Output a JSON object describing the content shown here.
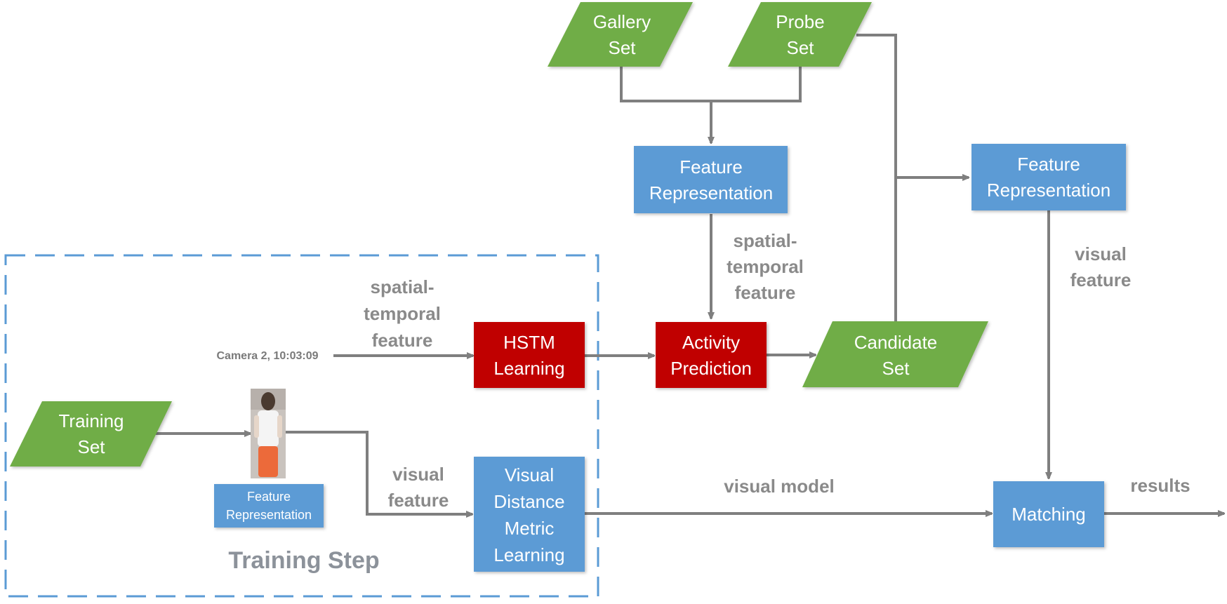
{
  "nodes": {
    "gallery_set": [
      "Gallery",
      "Set"
    ],
    "probe_set": [
      "Probe",
      "Set"
    ],
    "feature_rep_center": [
      "Feature",
      "Representation"
    ],
    "feature_rep_right": [
      "Feature",
      "Representation"
    ],
    "hstm_learning": [
      "HSTM",
      "Learning"
    ],
    "activity_prediction": [
      "Activity",
      "Prediction"
    ],
    "candidate_set": [
      "Candidate",
      "Set"
    ],
    "training_set": [
      "Training",
      "Set"
    ],
    "feature_rep_small": [
      "Feature",
      "Representation"
    ],
    "visual_distance": [
      "Visual",
      "Distance",
      "Metric",
      "Learning"
    ],
    "matching": [
      "Matching"
    ]
  },
  "labels": {
    "spatial_temporal_top": [
      "spatial-",
      "temporal",
      "feature"
    ],
    "spatial_temporal_left": [
      "spatial-",
      "temporal",
      "feature"
    ],
    "visual_feature_right": [
      "visual",
      "feature"
    ],
    "visual_feature_left": [
      "visual",
      "feature"
    ],
    "visual_model": "visual model",
    "results": "results",
    "camera_caption": "Camera 2, 10:03:09",
    "training_step": "Training Step"
  },
  "colors": {
    "green": "#70ad47",
    "blue": "#5b9bd5",
    "red": "#c00000",
    "arrow": "#7f7f7f",
    "dashed_border": "#5b9bd5"
  },
  "icons": {
    "person_thumbnail": "person-walking-image"
  }
}
